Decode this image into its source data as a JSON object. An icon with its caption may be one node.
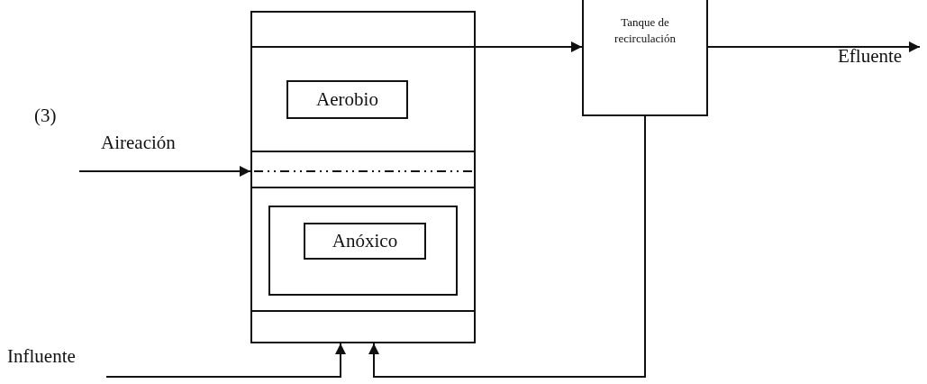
{
  "diagram": {
    "nodes": [
      {
        "text": [],
        "shape": "box"
      },
      {
        "text": [
          "Aerobio"
        ],
        "in": 0
      },
      {
        "text": [],
        "shape": "box",
        "in": 0
      },
      {
        "text": [
          "Anóxico"
        ],
        "in": 2
      },
      {
        "text": [
          "Tanque de recirculación"
        ]
      }
    ],
    "edges": [
      {
        "from": 0,
        "to": 4,
        "arrow": "to"
      },
      {
        "from": 4,
        "to": null,
        "arrow": "to"
      },
      {
        "from": null,
        "to": 0,
        "arrow": "to"
      },
      {
        "from": null,
        "to": 0,
        "arrow": "to"
      },
      {
        "from": 4,
        "to": 0,
        "arrow": "to"
      }
    ],
    "labels": [
      "(3)",
      "Aireación",
      "Efluente",
      "Influente"
    ]
  }
}
